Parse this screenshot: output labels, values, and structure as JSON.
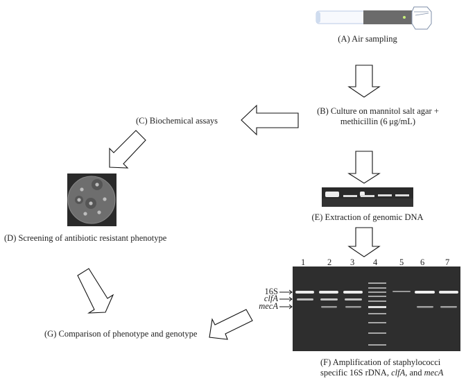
{
  "steps": {
    "A": {
      "label": "(A) Air sampling"
    },
    "B": {
      "line1": "(B) Culture on mannitol salt agar +",
      "line2": "methicillin (6 μg/mL)"
    },
    "C": {
      "label": "(C) Biochemical assays"
    },
    "D": {
      "label": "(D) Screening of antibiotic resistant phenotype"
    },
    "E": {
      "label": "(E) Extraction of genomic DNA"
    },
    "F": {
      "line1": "(F) Amplification of staphylococci",
      "line2_prefix": "specific 16S rDNA, ",
      "line2_it1": "clfA",
      "line2_mid": ", and ",
      "line2_it2": "mecA"
    },
    "G": {
      "label": "(G) Comparison of phenotype and genotype"
    }
  },
  "gel": {
    "lane_labels": [
      "1",
      "2",
      "3",
      "4",
      "5",
      "6",
      "7"
    ],
    "band_labels": [
      "16S",
      "clfA",
      "mecA"
    ],
    "ladder_lane": "4"
  },
  "colors": {
    "gel_bg": "#2e2e2e",
    "band": "#e8e8e8",
    "tube_body": "#6b6b6b",
    "tube_glass": "#dfe8f5",
    "indicator": "#c8f07a",
    "arrow_stroke": "#111111"
  }
}
